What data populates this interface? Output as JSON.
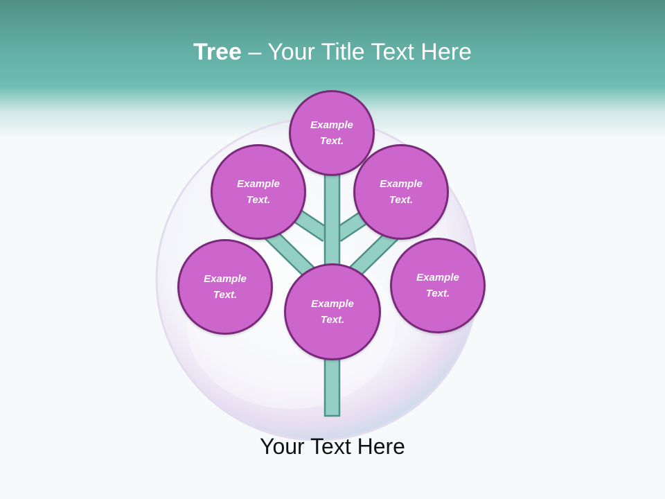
{
  "slide": {
    "title_bold": "Tree",
    "title_separator": " – ",
    "title_rest": "Your Title Text Here",
    "footer_text": "Your Text Here"
  },
  "nodes": [
    {
      "id": "top",
      "line1": "Example",
      "line2": "Text."
    },
    {
      "id": "upper-left",
      "line1": "Example",
      "line2": "Text."
    },
    {
      "id": "upper-right",
      "line1": "Example",
      "line2": "Text."
    },
    {
      "id": "lower-left",
      "line1": "Example",
      "line2": "Text."
    },
    {
      "id": "center",
      "line1": "Example",
      "line2": "Text."
    },
    {
      "id": "lower-right",
      "line1": "Example",
      "line2": "Text."
    }
  ],
  "colors": {
    "header": "#63aea4",
    "node_fill": "#cc66cc",
    "node_border": "#7a2a7a",
    "trunk_fill": "#94cfc6",
    "trunk_border": "#4f8f86"
  }
}
